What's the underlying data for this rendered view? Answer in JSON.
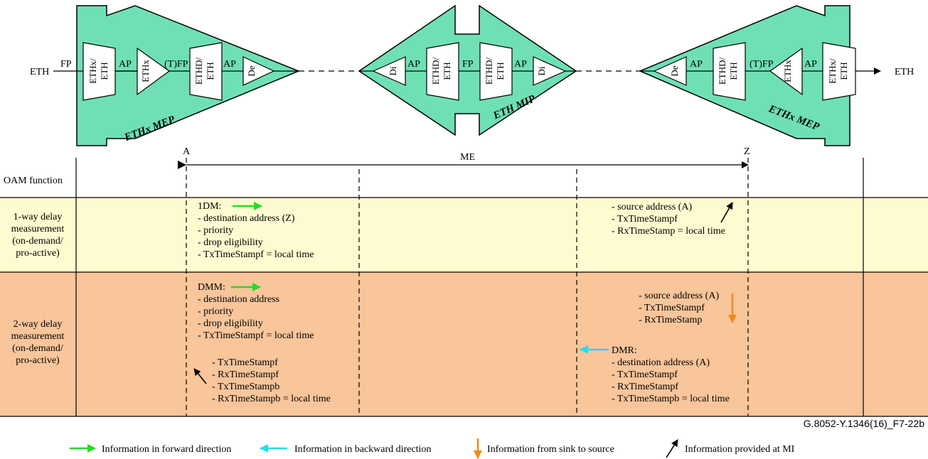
{
  "colors": {
    "mep_fill": "#6fe0b4",
    "row1_fill": "#fffbd0",
    "row2_fill": "#f9c59b",
    "forward_arrow": "#22dd22",
    "backward_arrow": "#22ddee",
    "sink_arrow": "#f08a1a",
    "mi_arrow": "#000000"
  },
  "top": {
    "eth_left": "ETH",
    "eth_right": "ETH",
    "fp_left": "FP",
    "ap": "AP",
    "tfp": "(T)FP",
    "fp": "FP",
    "blocks": {
      "ethx_eth": [
        "ETHx/",
        "ETH"
      ],
      "ethx": "ETHx",
      "ethd_eth": [
        "ETHD/",
        "ETH"
      ],
      "de": "De",
      "di": "Di"
    },
    "left_mep_label": "ETHx MEP",
    "mip_label": "ETH MIP",
    "right_mep_label": "ETHx MEP"
  },
  "points": {
    "a": "A",
    "z": "Z",
    "me": "ME"
  },
  "header": {
    "oam_function": "OAM function"
  },
  "rows": [
    {
      "label": [
        "1-way delay",
        "measurement",
        "(on-demand/",
        "pro-active)"
      ],
      "left_title": "1DM:",
      "left_lines": [
        "- destination address (Z)",
        "- priority",
        "- drop eligibility",
        "- TxTimeStampf = local time"
      ],
      "right_lines": [
        "- source address (A)",
        "- TxTimeStampf",
        "- RxTimeStamp = local time"
      ]
    },
    {
      "label": [
        "2-way delay",
        "measurement",
        "(on-demand/",
        "pro-active)"
      ],
      "left_title": "DMM:",
      "left_lines": [
        "- destination address",
        "- priority",
        "- drop eligibility",
        "- TxTimeStampf = local time"
      ],
      "left_lines2": [
        "- TxTimeStampf",
        "- RxTimeStampf",
        "- TxTimeStampb",
        "- RxTimeStampb = local time"
      ],
      "right_lines": [
        "- source address (A)",
        "- TxTimeStampf",
        "- RxTimeStamp"
      ],
      "right_title2": "DMR:",
      "right_lines2": [
        "- destination address (A)",
        "- TxTimeStampf",
        "- RxTimeStampf",
        "- TxTimeStampb = local time"
      ]
    }
  ],
  "figure_ref": "G.8052-Y.1346(16)_F7-22b",
  "legend": {
    "forward": "Information in forward direction",
    "backward": "Information in backward direction",
    "sink": "Information from sink to source",
    "mi": "Information provided at MI"
  }
}
